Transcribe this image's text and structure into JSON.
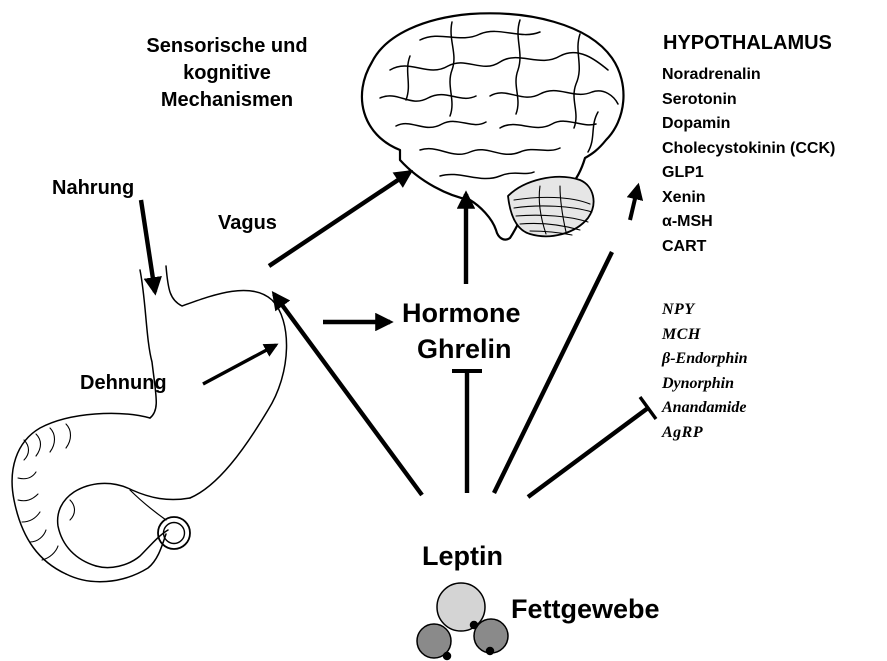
{
  "labels": {
    "sensory_line1": "Sensorische und",
    "sensory_line2": "kognitive",
    "sensory_line3": "Mechanismen",
    "nahrung": "Nahrung",
    "vagus": "Vagus",
    "dehnung": "Dehnung",
    "hormone": "Hormone",
    "ghrelin": "Ghrelin",
    "leptin": "Leptin",
    "fettgewebe": "Fettgewebe",
    "hypothalamus": "HYPOTHALAMUS"
  },
  "stimulating_list": [
    "Noradrenalin",
    "Serotonin",
    "Dopamin",
    "Cholecystokinin (CCK)",
    "GLP1",
    "Xenin",
    "α-MSH",
    "CART"
  ],
  "inhibited_list": [
    "NPY",
    "MCH",
    "β-Endorphin",
    "Dynorphin",
    "Anandamide",
    "AgRP"
  ],
  "colors": {
    "ink": "#000000",
    "cell_light": "#d4d4d4",
    "cell_dark": "#8a8a8a",
    "cerebellum": "#e6e6e6"
  }
}
